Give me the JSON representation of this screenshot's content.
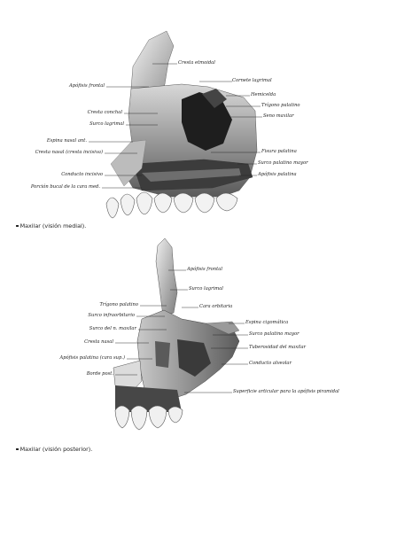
{
  "figure_medial": {
    "labels": {
      "cresta_etmoidal": "Cresta etmoidal",
      "apofisis_frontal": "Apófisis frontal",
      "cornete_lagrimal": "Cornete lagrimal",
      "hemicelda": "Hemicelda",
      "trigono_palatino": "Trígono palatino",
      "seno_maxilar": "Seno maxilar",
      "cresta_conchal": "Cresta conchal",
      "surco_lagrimal": "Surco lagrimal",
      "espina_nasal_ant": "Espina nasal ant.",
      "cresta_nasal": "Cresta nasal (cresta incisiva)",
      "fisura_palatina": "Fisura palatina",
      "surco_palatino_mayor": "Surco palatino mayor",
      "apofisis_palatina": "Apófisis palatina",
      "conducto_incisivo": "Conducto incisivo",
      "porcion_bucal": "Porción bucal de la cara med."
    },
    "caption": "Maxilar (visión medial)."
  },
  "figure_posterior": {
    "labels": {
      "apofisis_frontal": "Apófisis frontal",
      "surco_lagrimal": "Surco lagrimal",
      "trigono_palatino": "Trígono palatino",
      "cara_orbitaria": "Cara orbitaria",
      "surco_infraorbitario": "Surco infraorbitario",
      "espina_cigomatica": "Espina cigomática",
      "surco_n_maxilar": "Surco del n. maxilar",
      "surco_palatino_mayor": "Surco palatino mayor",
      "cresta_nasal": "Cresta nasal",
      "tuberosidad": "Tuberosidad del maxilar",
      "apofisis_palatina": "Apófisis palatina (cara sup.)",
      "conducto_alveolar": "Conducto alveolar",
      "borde_post": "Borde post.",
      "superficie_articular": "Superficie articular para la apófisis piramidal"
    },
    "caption": "Maxilar (visión posterior)."
  },
  "colors": {
    "bone_light": "#e9e9e9",
    "bone_mid": "#a9a9a9",
    "bone_dark": "#2a2a2a",
    "ink": "#1a1a1a"
  }
}
